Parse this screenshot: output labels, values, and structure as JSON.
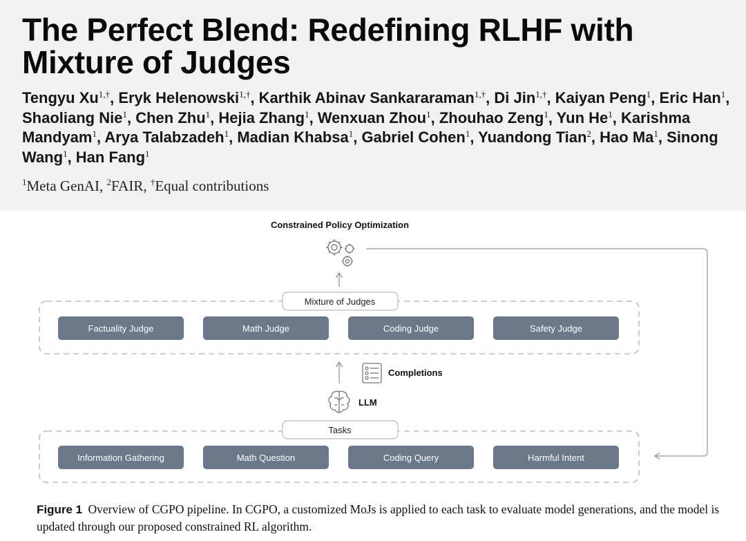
{
  "paper": {
    "title_line1": "The Perfect Blend: Redefining RLHF with",
    "title_line2": "Mixture of Judges",
    "authors": [
      {
        "name": "Tengyu Xu",
        "sup": "1,†"
      },
      {
        "name": "Eryk Helenowski",
        "sup": "1,†"
      },
      {
        "name": "Karthik Abinav Sankararaman",
        "sup": "1,†"
      },
      {
        "name": "Di Jin",
        "sup": "1,†"
      },
      {
        "name": "Kaiyan Peng",
        "sup": "1"
      },
      {
        "name": "Eric Han",
        "sup": "1"
      },
      {
        "name": "Shaoliang Nie",
        "sup": "1"
      },
      {
        "name": "Chen Zhu",
        "sup": "1"
      },
      {
        "name": "Hejia Zhang",
        "sup": "1"
      },
      {
        "name": "Wenxuan Zhou",
        "sup": "1"
      },
      {
        "name": "Zhouhao Zeng",
        "sup": "1"
      },
      {
        "name": "Yun He",
        "sup": "1"
      },
      {
        "name": "Karishma Mandyam",
        "sup": "1"
      },
      {
        "name": "Arya Talabzadeh",
        "sup": "1"
      },
      {
        "name": "Madian Khabsa",
        "sup": "1"
      },
      {
        "name": "Gabriel Cohen",
        "sup": "1"
      },
      {
        "name": "Yuandong Tian",
        "sup": "2"
      },
      {
        "name": "Hao Ma",
        "sup": "1"
      },
      {
        "name": "Sinong Wang",
        "sup": "1"
      },
      {
        "name": "Han Fang",
        "sup": "1"
      }
    ],
    "affiliations": [
      {
        "sup": "1",
        "text": "Meta GenAI, "
      },
      {
        "sup": "2",
        "text": "FAIR, "
      },
      {
        "sup": "†",
        "text": "Equal contributions"
      }
    ]
  },
  "figure": {
    "top_label": "Constrained Policy Optimization",
    "judges_label": "Mixture of Judges",
    "judges": [
      "Factuality Judge",
      "Math Judge",
      "Coding Judge",
      "Safety Judge"
    ],
    "completions_label": "Completions",
    "llm_label": "LLM",
    "tasks_label": "Tasks",
    "tasks": [
      "Information Gathering",
      "Math Question",
      "Coding Query",
      "Harmful Intent"
    ],
    "colors": {
      "pill": "#6b7889",
      "pill_text": "#ffffff",
      "dash": "#bdbdbd",
      "arrow": "#a6a6a6",
      "icon": "#777777"
    }
  },
  "caption": {
    "label": "Figure 1",
    "text": "Overview of CGPO pipeline. In CGPO, a customized MoJs is applied to each task to evaluate model generations, and the model is updated through our proposed constrained RL algorithm."
  }
}
